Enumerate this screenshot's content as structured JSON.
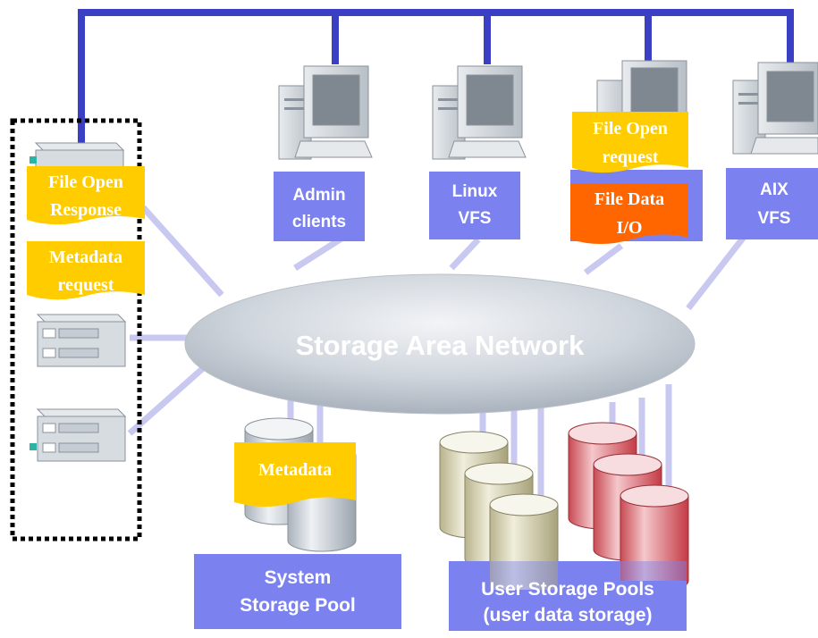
{
  "network": {
    "label": "Storage Area Network"
  },
  "clients": [
    {
      "id": "admin",
      "label_lines": [
        "Admin",
        "clients"
      ]
    },
    {
      "id": "linux",
      "label_lines": [
        "Linux",
        "VFS"
      ]
    },
    {
      "id": "aix",
      "label_lines": [
        "AIX",
        "VFS"
      ]
    }
  ],
  "notes": {
    "file_open_response": [
      "File Open",
      "Response"
    ],
    "metadata_request": [
      "Metadata",
      "request"
    ],
    "file_open_request": [
      "File Open",
      "request"
    ],
    "file_data_io": [
      "File Data",
      "I/O"
    ],
    "metadata": "Metadata"
  },
  "pools": {
    "system": [
      "System",
      "Storage Pool"
    ],
    "user": [
      "User Storage Pools",
      "(user data storage)"
    ]
  },
  "colors": {
    "bus": "#3a3fc4",
    "link": "#c8c8f0",
    "label_box": "#7b82f0",
    "note_yellow": "#ffcc00",
    "note_orange": "#ff6600",
    "cloud": "#d4d9e0",
    "server_box_border": "#000000"
  }
}
